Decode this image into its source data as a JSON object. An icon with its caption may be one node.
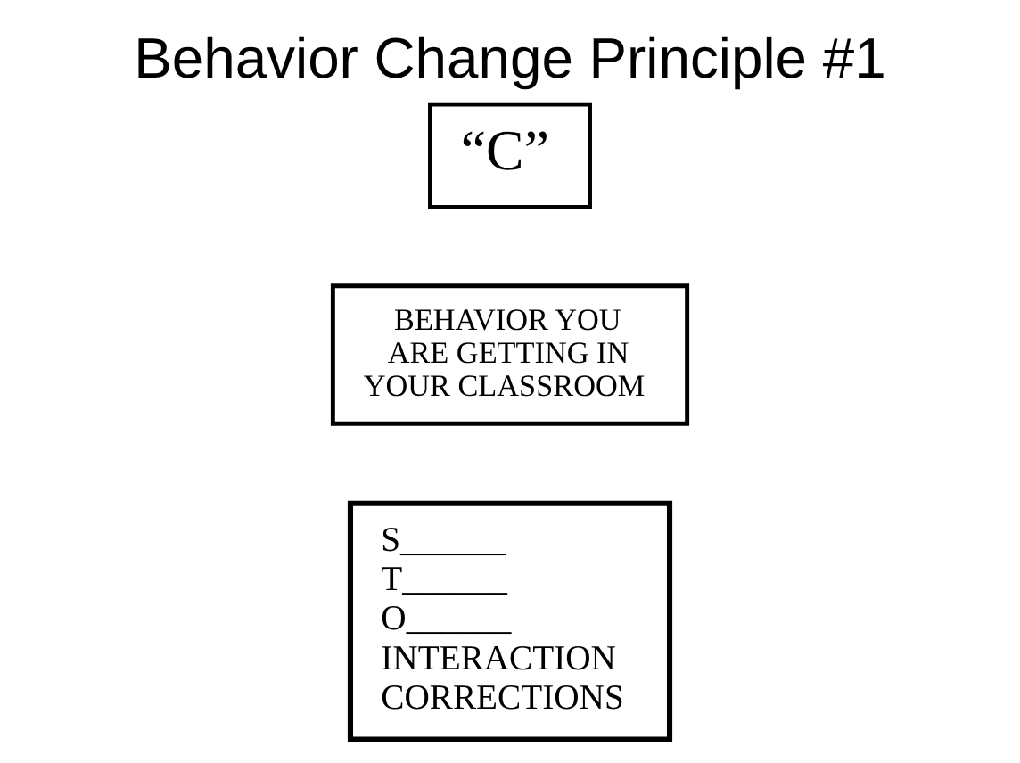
{
  "diagram": {
    "title": "Behavior Change Principle #1",
    "nodes": [
      {
        "text": [
          "S______",
          "T______",
          "O______",
          "INTERACTION",
          "CORRECTIONS"
        ]
      },
      {
        "text": [
          "BEHAVIOR YOU ARE GETTING IN YOUR CLASSROOM"
        ]
      },
      {
        "text": [
          "“C”"
        ]
      }
    ]
  }
}
